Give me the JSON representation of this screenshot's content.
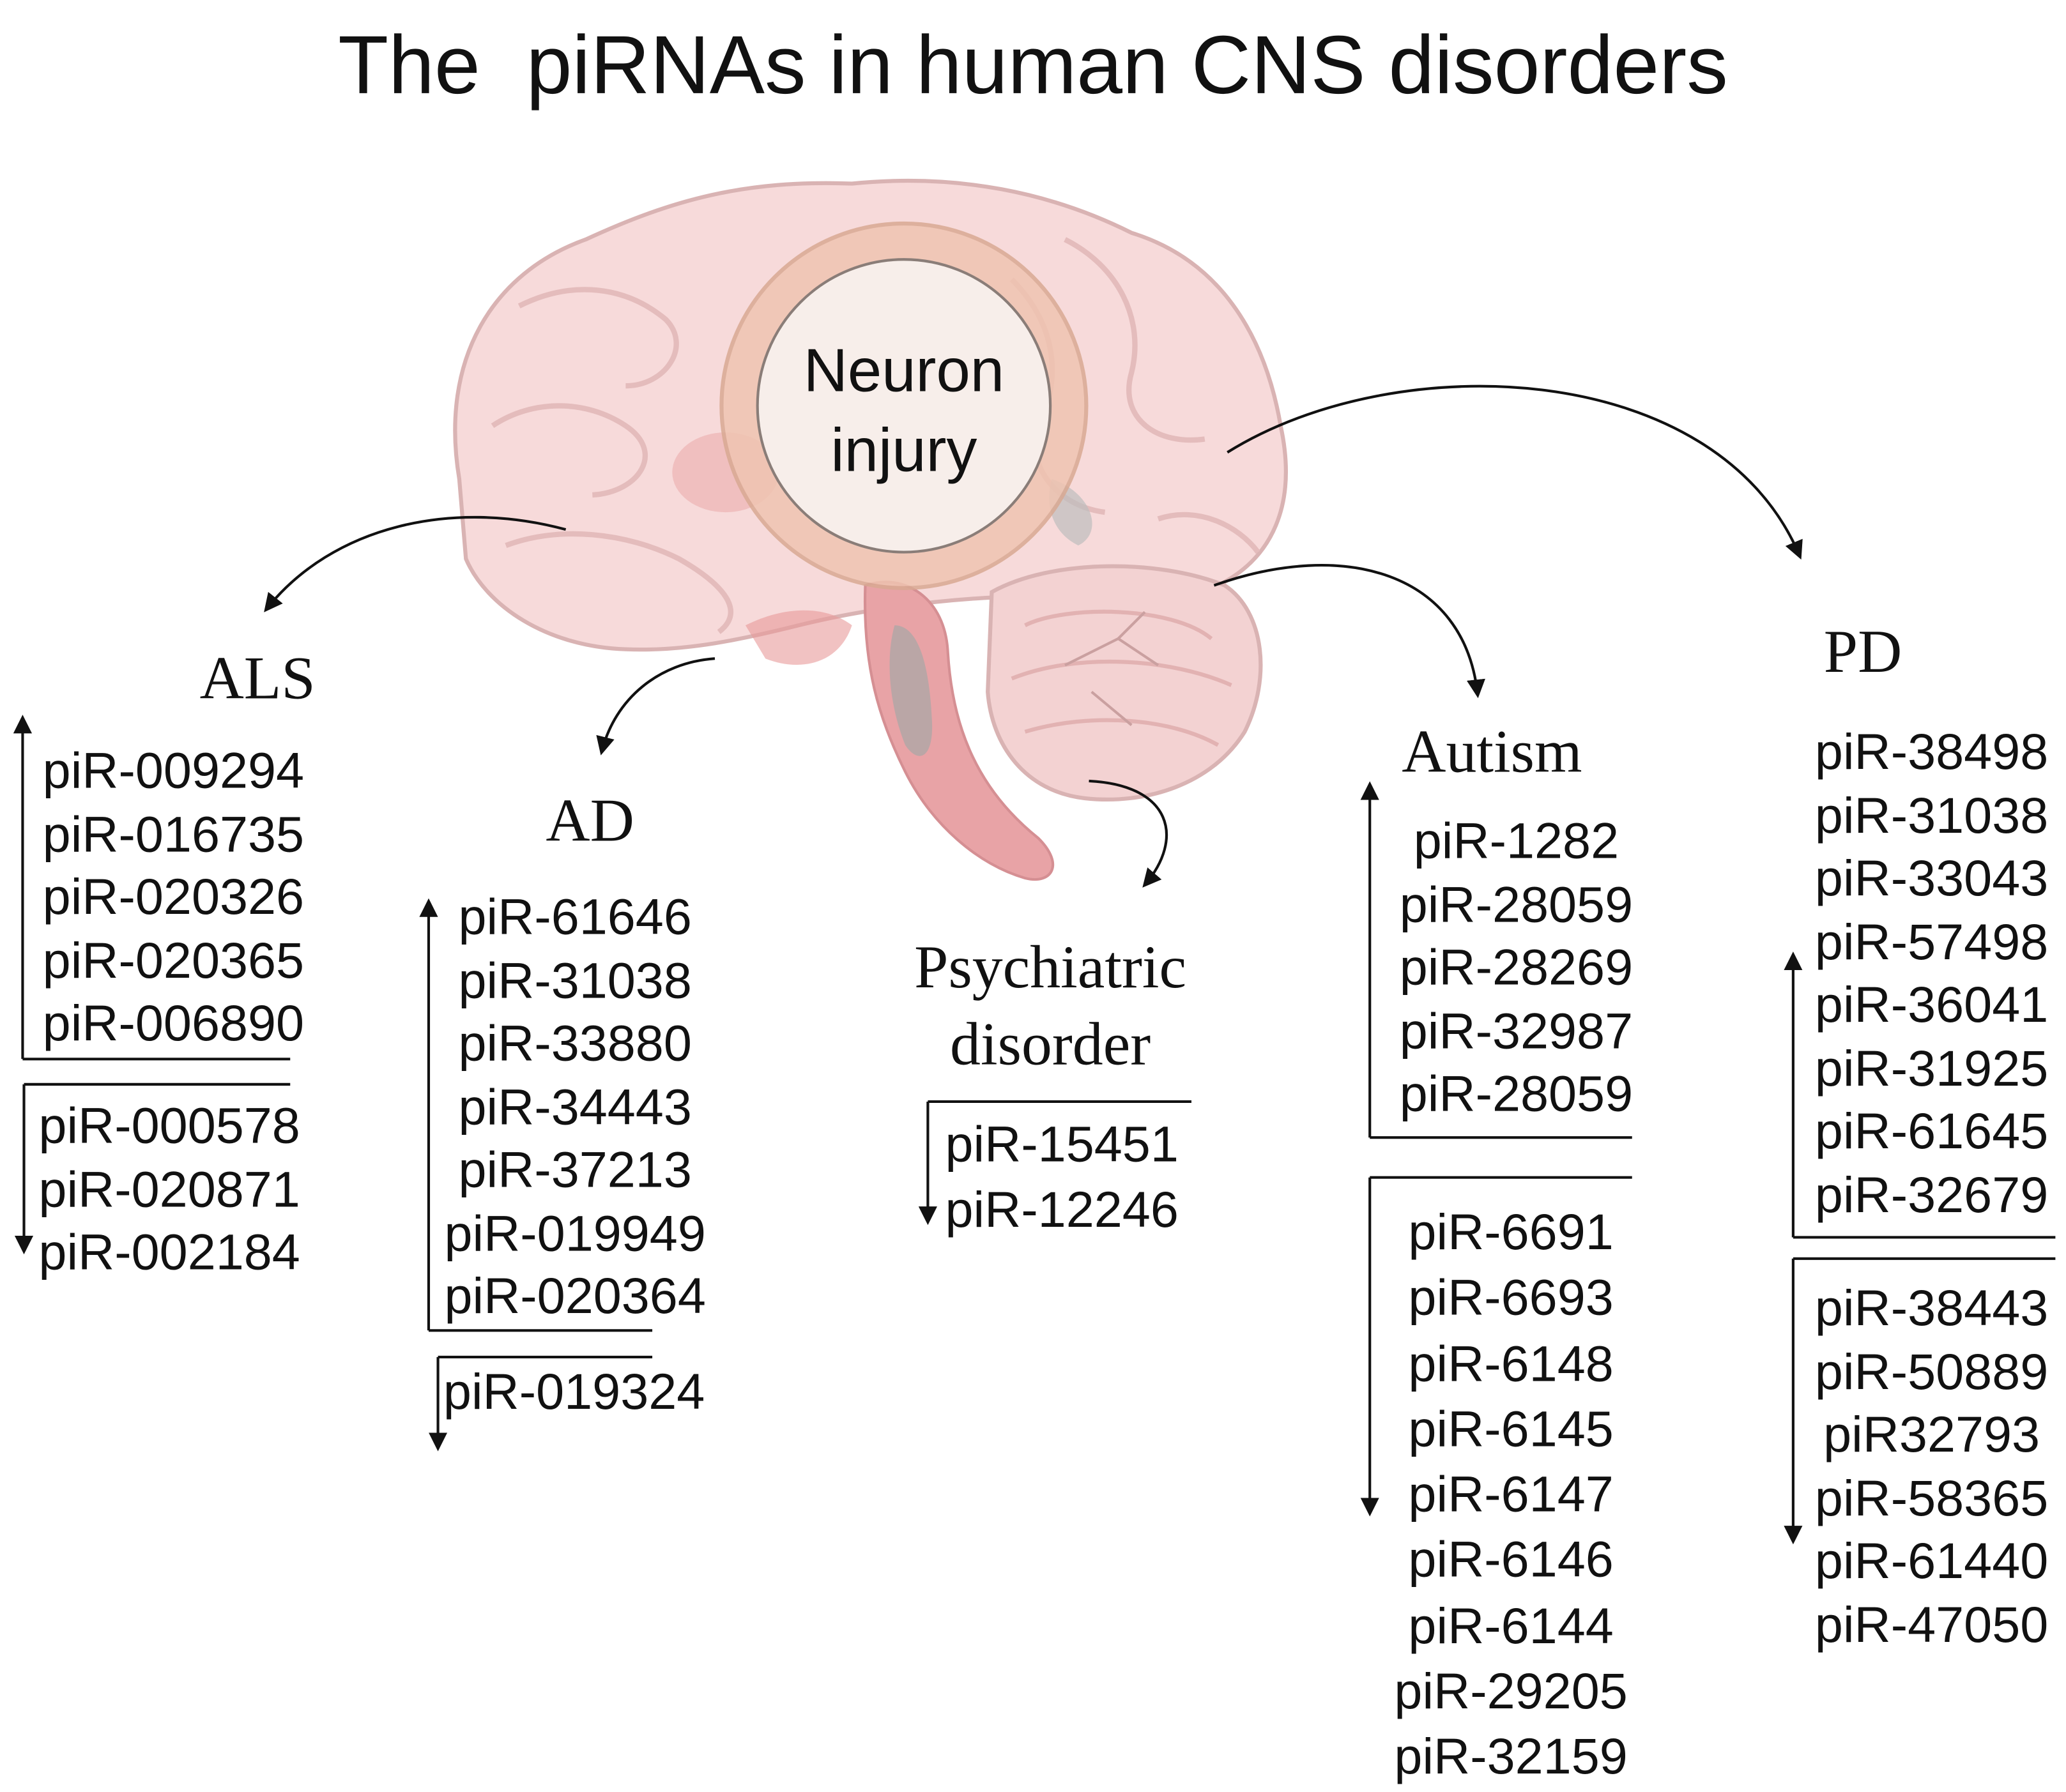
{
  "title": "The  piRNAs in human CNS disorders",
  "center_label": [
    "Neuron",
    "injury"
  ],
  "diseases": {
    "als": {
      "name": "ALS",
      "up": [
        "piR-009294",
        "piR-016735",
        "piR-020326",
        "piR-020365",
        "piR-006890"
      ],
      "down": [
        "piR-000578",
        "piR-020871",
        "piR-002184"
      ]
    },
    "ad": {
      "name": "AD",
      "up": [
        "piR-61646",
        "piR-31038",
        "piR-33880",
        "piR-34443",
        "piR-37213",
        "piR-019949",
        "piR-020364"
      ],
      "down": [
        "piR-019324"
      ]
    },
    "psychiatric": {
      "name": [
        "Psychiatric",
        "disorder"
      ],
      "down": [
        "piR-15451",
        "piR-12246"
      ]
    },
    "autism": {
      "name": "Autism",
      "up": [
        "piR-1282",
        "piR-28059",
        "piR-28269",
        "piR-32987",
        "piR-28059"
      ],
      "down": [
        "piR-6691",
        "piR-6693",
        "piR-6148",
        "piR-6145",
        "piR-6147",
        "piR-6146",
        "piR-6144",
        "piR-29205",
        "piR-32159"
      ]
    },
    "pd": {
      "name": "PD",
      "up": [
        "piR-38498",
        "piR-31038",
        "piR-33043",
        "piR-57498",
        "piR-36041",
        "piR-31925",
        "piR-61645",
        "piR-32679"
      ],
      "down": [
        "piR-38443",
        "piR-50889",
        "piR32793",
        "piR-58365",
        "piR-61440",
        "piR-47050"
      ]
    }
  },
  "colors": {
    "brain": "#f7dada",
    "brain_outline": "#d9b3b3",
    "ring": "#e9bda6",
    "core": "#f7eeea",
    "brainstem": "#e8a3a6",
    "text": "#111111"
  }
}
